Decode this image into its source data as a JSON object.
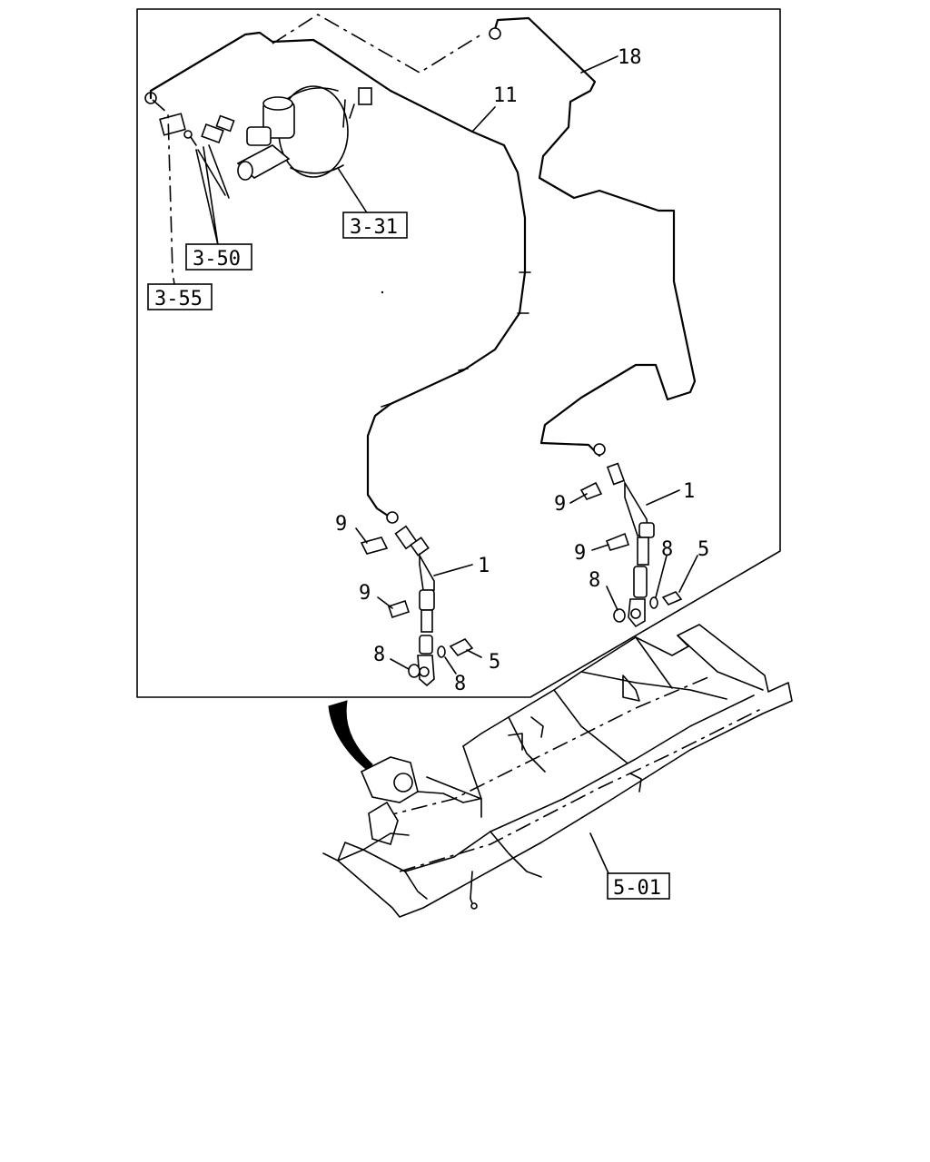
{
  "callouts": {
    "c1a": "1",
    "c1b": "1",
    "c5a": "5",
    "c5b": "5",
    "c8a": "8",
    "c8b": "8",
    "c8c": "8",
    "c8d": "8",
    "c9a": "9",
    "c9b": "9",
    "c9c": "9",
    "c9d": "9",
    "c11": "11",
    "c18": "18"
  },
  "refs": {
    "r331": "3-31",
    "r350": "3-50",
    "r355": "3-55",
    "r501": "5-01"
  }
}
